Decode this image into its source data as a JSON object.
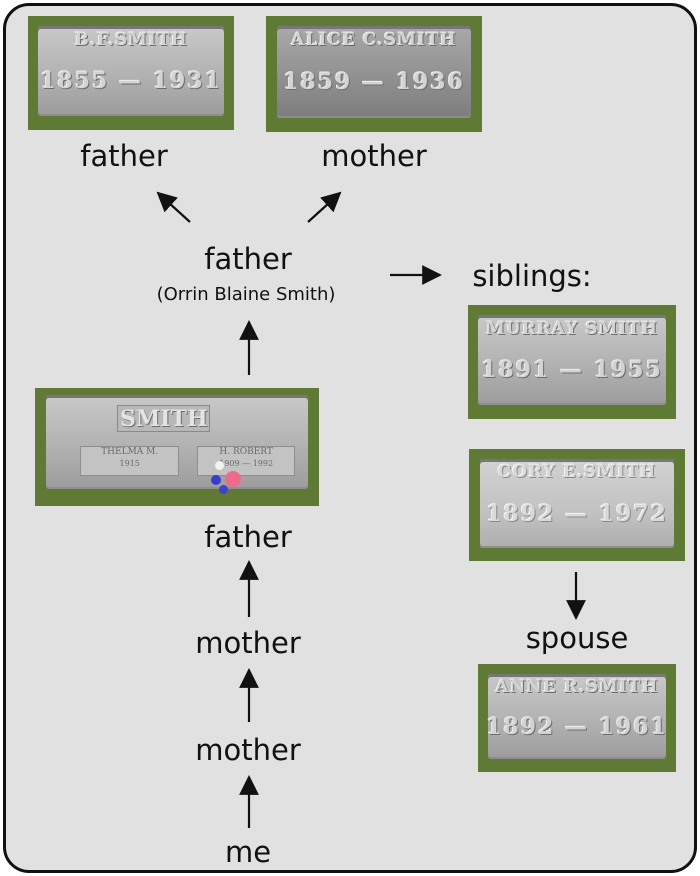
{
  "labels": {
    "grandfather": "father",
    "grandmother": "mother",
    "father": "father",
    "father_name": "(Orrin Blaine Smith)",
    "siblings": "siblings:",
    "father2": "father",
    "mother1": "mother",
    "mother2": "mother",
    "me": "me",
    "spouse": "spouse"
  },
  "stones": {
    "bf": {
      "name": "B.F.SMITH",
      "dates": "1855 — 1931"
    },
    "alice": {
      "name": "ALICE C.SMITH",
      "dates": "1859 — 1936"
    },
    "murray": {
      "name": "MURRAY SMITH",
      "dates": "1891 — 1955"
    },
    "cory": {
      "name": "CORY E.SMITH",
      "dates": "1892 — 1972"
    },
    "anne": {
      "name": "ANNE R.SMITH",
      "dates": "1892 — 1961"
    },
    "family": {
      "surname": "SMITH",
      "left_name": "THELMA M.",
      "left_birth": "1915",
      "right_name": "H. ROBERT",
      "right_birth": "1909",
      "right_death": "1992"
    }
  },
  "colors": {
    "background": "#e1e1e1",
    "border": "#111111",
    "grass": "#5f7a35"
  }
}
